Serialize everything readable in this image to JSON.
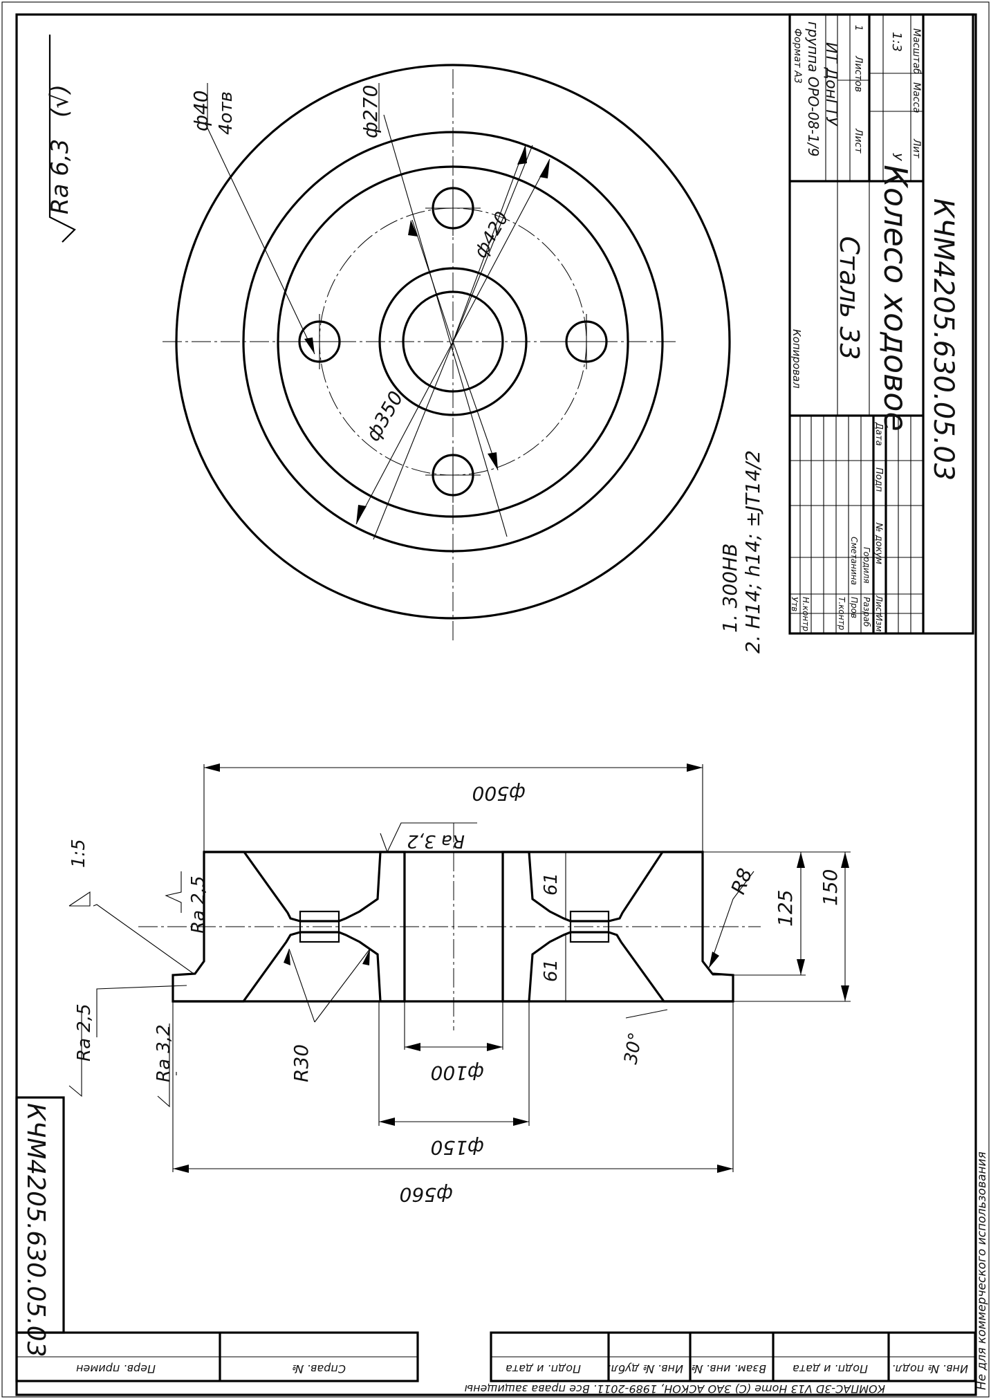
{
  "colors": {
    "ink": "#000000",
    "paper": "#ffffff"
  },
  "drawing": {
    "designation": "КЧМ4205.630.05.03",
    "designation_stamp": "КЧМ4205.630.05.03",
    "surface_finish": {
      "label": "Ra 6,3",
      "paren": "(√)"
    },
    "notes": [
      "1. 300HB",
      "2. H14;  h14;  ±JT14/2"
    ],
    "dims_front": {
      "holes_d": "ф40",
      "holes_n": "4отв",
      "d270": "ф270",
      "d420": "ф420",
      "d350": "ф350"
    },
    "dims_section": {
      "d500": "ф500",
      "d100": "ф100",
      "d150": "ф150",
      "d560": "ф560",
      "h125": "125",
      "h150": "150",
      "w61a": "61",
      "w61b": "61",
      "r8": "R8",
      "r30": "R30",
      "angle": "30°",
      "ra32_top": "Ra 3,2",
      "ra25_a": "Ra 2,5",
      "ra25_b": "Ra 2,5",
      "ra32_left": "Ra 3,2",
      "chamfer": "1:5"
    }
  },
  "title_block": {
    "name": "Колесо ходовое",
    "material": "Сталь 33",
    "h_lit": "Лит",
    "h_mass": "Масса",
    "h_scale": "Масштаб",
    "lit_value": "У",
    "scale_value": "1:3",
    "sheet_label": "Лист",
    "sheets_label": "Листов",
    "sheets_value": "1",
    "org_line1": "ИТ ДонГТУ",
    "org_line2": "группа ОРО-08-1/9",
    "col_izm": "Изм",
    "col_list": "Лист",
    "col_doc": "№ докум",
    "col_sign": "Подп",
    "col_date": "Дата",
    "role_razrab": "Разраб",
    "role_prov": "Пров",
    "role_tkontr": "Т.контр",
    "role_nkontr": "Н.контр",
    "role_utv": "Утв",
    "person_razrab": "Гордиля",
    "person_prov": "Сметанина",
    "kopiroval": "Копировал",
    "format": "Формат   А3"
  },
  "left_strip": {
    "perv_primen": "Перв. примен",
    "sprav_no": "Справ. №",
    "podp_data_1": "Подп. и дата",
    "inv_dubl": "Инв. № дубл.",
    "vzam_inv": "Взам. инв. №",
    "podp_data_2": "Подп. и дата",
    "inv_podl": "Инв. № подл."
  },
  "footer": {
    "copyright": "КОМПАС-3D V13 Home (С) ЗАО АСКОН, 1989-2011. Все права защищены",
    "noncommercial": "Не для коммерческого использования"
  }
}
